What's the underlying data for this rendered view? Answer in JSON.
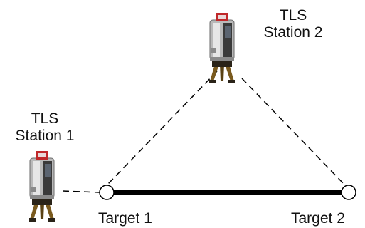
{
  "diagram": {
    "station1": {
      "line1": "TLS",
      "line2": "Station 1"
    },
    "station2": {
      "line1": "TLS",
      "line2": "Station 2"
    },
    "target1": {
      "label": "Target 1"
    },
    "target2": {
      "label": "Target 2"
    },
    "colors": {
      "line": "#000000",
      "scanner_body": "#b9b9b9",
      "scanner_dark": "#2f2f2f",
      "scanner_red": "#c0282a",
      "tripod": "#7a5a1e",
      "tripod_dark": "#2a2318"
    }
  }
}
